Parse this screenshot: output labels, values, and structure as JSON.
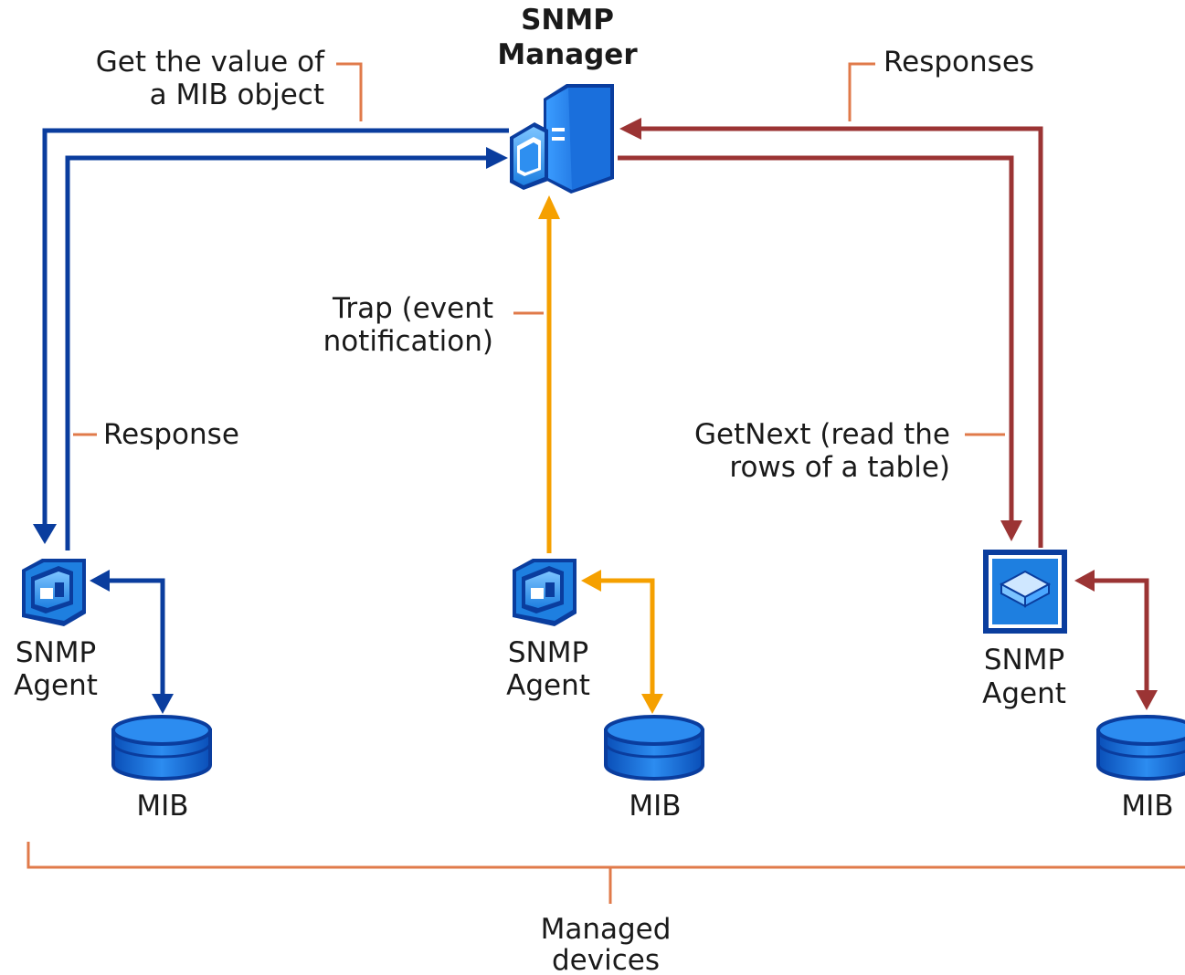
{
  "manager": {
    "title_line1": "SNMP",
    "title_line2": "Manager"
  },
  "callouts": {
    "get_line1": "Get the value of",
    "get_line2": "a MIB object",
    "responses": "Responses",
    "trap_line1": "Trap (event",
    "trap_line2": "notification)",
    "response": "Response",
    "getnext_line1": "GetNext (read the",
    "getnext_line2": "rows of a table)"
  },
  "agents": [
    {
      "label_line1": "SNMP",
      "label_line2": "Agent",
      "mib": "MIB",
      "color": "#0a3d9e"
    },
    {
      "label_line1": "SNMP",
      "label_line2": "Agent",
      "mib": "MIB",
      "color": "#f5a000"
    },
    {
      "label_line1": "SNMP",
      "label_line2": "Agent",
      "mib": "MIB",
      "color": "#9b3434"
    }
  ],
  "footer": {
    "line1": "Managed",
    "line2": "devices"
  },
  "colors": {
    "callout": "#e07a4a",
    "blue": "#0a3d9e",
    "orange": "#f5a000",
    "red": "#9b3434",
    "icon_blue": "#1e7fe0"
  }
}
